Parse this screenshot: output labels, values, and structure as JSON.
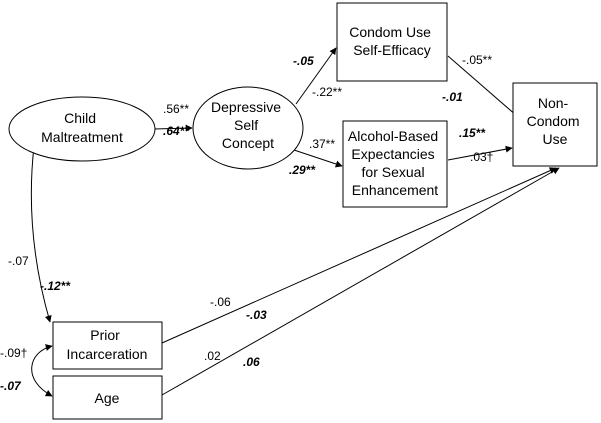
{
  "nodes": {
    "child_maltreatment": [
      "Child",
      "Maltreatment"
    ],
    "depressive_self_concept": [
      "Depressive",
      "Self",
      "Concept"
    ],
    "condom_use_self_efficacy": [
      "Condom Use",
      "Self-Efficacy"
    ],
    "alcohol_based_expectancies": [
      "Alcohol-Based",
      "Expectancies",
      "for Sexual",
      "Enhancement"
    ],
    "non_condom_use": [
      "Non-",
      "Condom",
      "Use"
    ],
    "prior_incarceration": [
      "Prior",
      "Incarceration"
    ],
    "age": [
      "Age"
    ]
  },
  "paths": {
    "cm_to_dsc": {
      "plain": ".56**",
      "bold": ".64**"
    },
    "dsc_to_cuse": {
      "plain": "-.22**",
      "bold": "-.05"
    },
    "dsc_to_abe": {
      "plain": ".37**",
      "bold": ".29**"
    },
    "cuse_to_ncu": {
      "plain": "-.05**",
      "bold": "-.01"
    },
    "abe_to_ncu": {
      "plain": ".03†",
      "bold": ".15**"
    },
    "cm_pi_cov": {
      "plain": "-.07",
      "bold": "-.12**"
    },
    "pi_to_ncu": {
      "plain": "-.06",
      "bold": "-.03"
    },
    "age_to_ncu": {
      "plain": ".02",
      "bold": ".06"
    },
    "pi_age_cov": {
      "plain": "-.09†",
      "bold": "-.07"
    }
  }
}
